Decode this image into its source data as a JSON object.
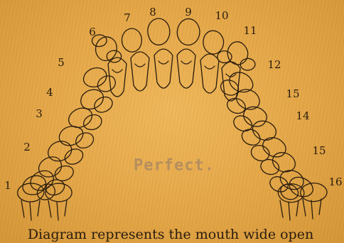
{
  "tooth_numbers": {
    "left": [
      "1",
      "2",
      "3",
      "4",
      "5",
      "6",
      "7",
      "8"
    ],
    "right": [
      "9",
      "10",
      "11",
      "12",
      "15",
      "14",
      "15",
      "16"
    ]
  },
  "stamp_text": "Perfect.",
  "caption": "Diagram represents the mouth wide open",
  "colors": {
    "paper": "#e3a647",
    "ink": "#2a1c0e",
    "stamp": "#ad8a62"
  }
}
